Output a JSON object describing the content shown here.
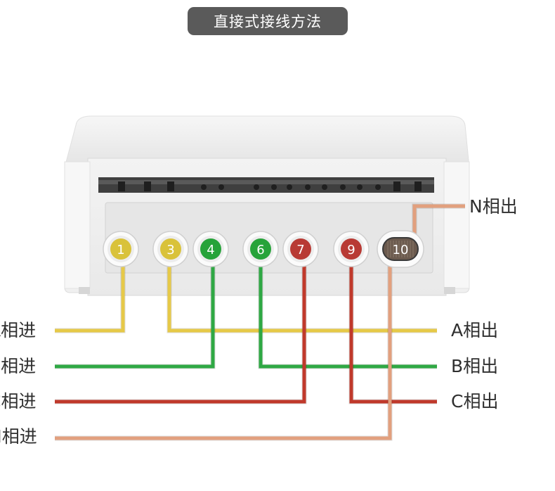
{
  "title": "直接式接线方法",
  "terminals": [
    {
      "number": "1",
      "color": "#d9c23a"
    },
    {
      "number": "3",
      "color": "#d9c23a"
    },
    {
      "number": "4",
      "color": "#27a33a"
    },
    {
      "number": "6",
      "color": "#27a33a"
    },
    {
      "number": "7",
      "color": "#b83a34"
    },
    {
      "number": "9",
      "color": "#b83a34"
    },
    {
      "number": "10",
      "color": "#6b5a4e"
    }
  ],
  "labels": {
    "n_out": "N相出",
    "a_in": "A相进",
    "b_in": "B相进",
    "c_in": "C相进",
    "n_in": "N相进",
    "a_out": "A相出",
    "b_out": "B相出",
    "c_out": "C相出"
  },
  "wire_colors": {
    "A": "#e6c948",
    "B": "#2fa844",
    "C": "#c0392b",
    "N": "#e2a07e"
  }
}
